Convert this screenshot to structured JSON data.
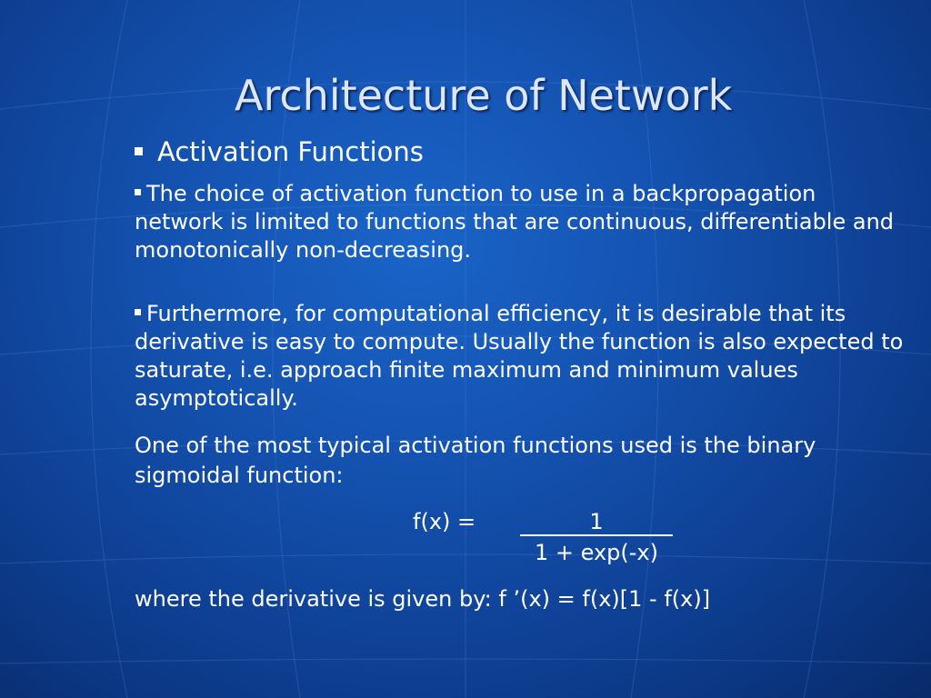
{
  "slide": {
    "title": "Architecture of Network",
    "heading": "Activation Functions",
    "bullet1": "The choice of activation function to use in a backpropagation network is limited to functions that are continuous, differentiable and monotonically non-decreasing.",
    "bullet2": "Furthermore, for computational efficiency, it is desirable that its derivative is easy to compute. Usually the function is also expected to saturate, i.e. approach finite maximum and minimum values asymptotically.",
    "paragraph": "One of the most typical activation functions used is the binary sigmoidal function:",
    "formula": {
      "lhs": "f(x) =",
      "numerator": "1",
      "denominator": "1 + exp(-x)"
    },
    "derivative": "where the derivative is given by: f ’(x) = f(x)[1 - f(x)]"
  },
  "colors": {
    "background": "#1452b0",
    "text": "#ffffff",
    "title": "#dde7f7"
  }
}
